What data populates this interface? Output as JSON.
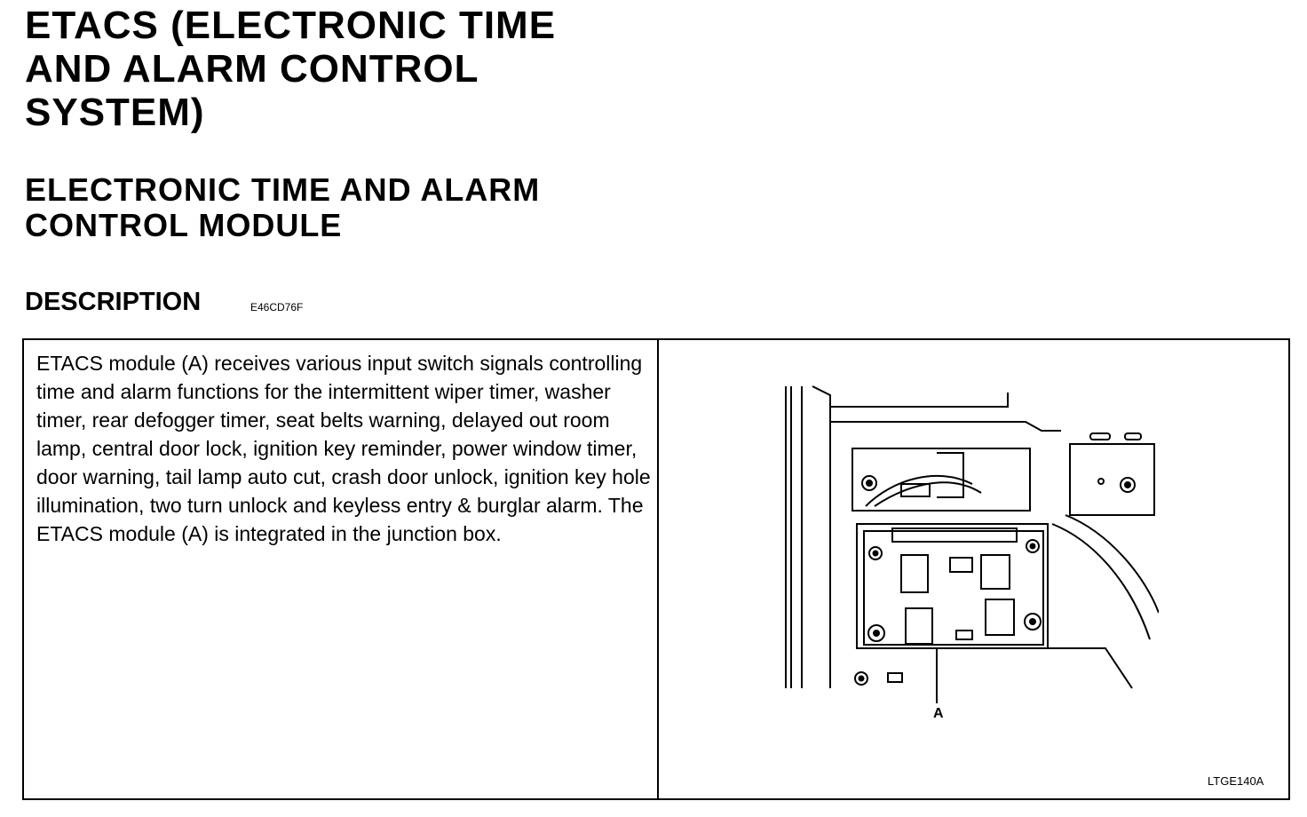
{
  "title": "ETACS (ELECTRONIC TIME\nAND ALARM CONTROL\nSYSTEM)",
  "subtitle": "ELECTRONIC TIME AND ALARM\nCONTROL MODULE",
  "section_heading": "DESCRIPTION",
  "section_code": "E46CD76F",
  "description": "ETACS module (A) receives various input switch signals controlling time and alarm functions for the intermittent wiper timer, washer timer, rear defogger timer, seat belts warning, delayed out room lamp, central door lock, ignition key reminder, power window timer, door warning, tail lamp auto cut, crash door unlock, ignition key hole illumination, two turn unlock and keyless entry & burglar alarm. The ETACS module (A) is integrated in the junction box.",
  "figure": {
    "callout_label": "A",
    "figure_code": "LTGE140A"
  }
}
